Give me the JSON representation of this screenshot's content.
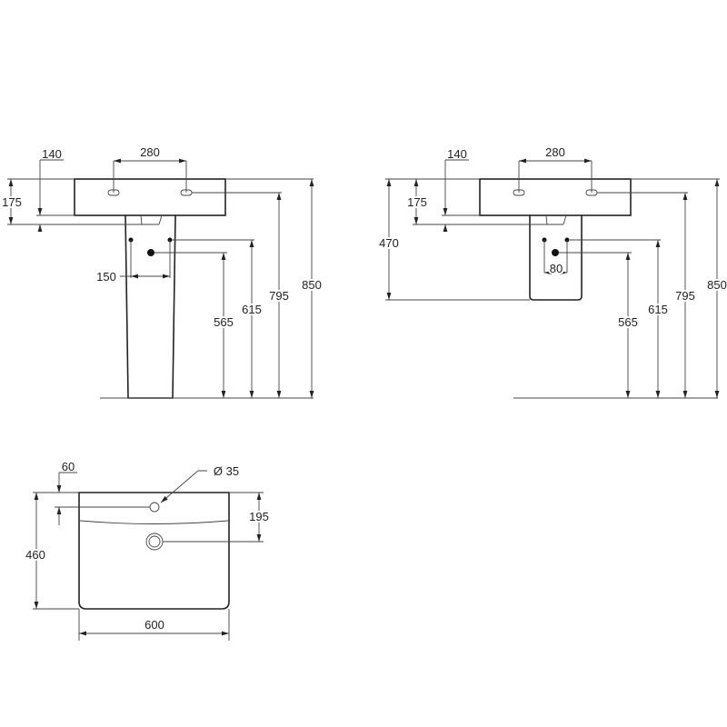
{
  "pedestal_view": {
    "d140": "140",
    "d280": "280",
    "d175": "175",
    "d150": "150",
    "d565": "565",
    "d615": "615",
    "d795": "795",
    "d850": "850"
  },
  "semi_pedestal_view": {
    "d140": "140",
    "d280": "280",
    "d175": "175",
    "d470": "470",
    "d80": "80",
    "d565": "565",
    "d615": "615",
    "d795": "795",
    "d850": "850"
  },
  "top_view": {
    "d60": "60",
    "d35": "Ø 35",
    "d195": "195",
    "d460": "460",
    "d600": "600"
  },
  "colors": {
    "line": "#222222",
    "background": "#ffffff"
  }
}
